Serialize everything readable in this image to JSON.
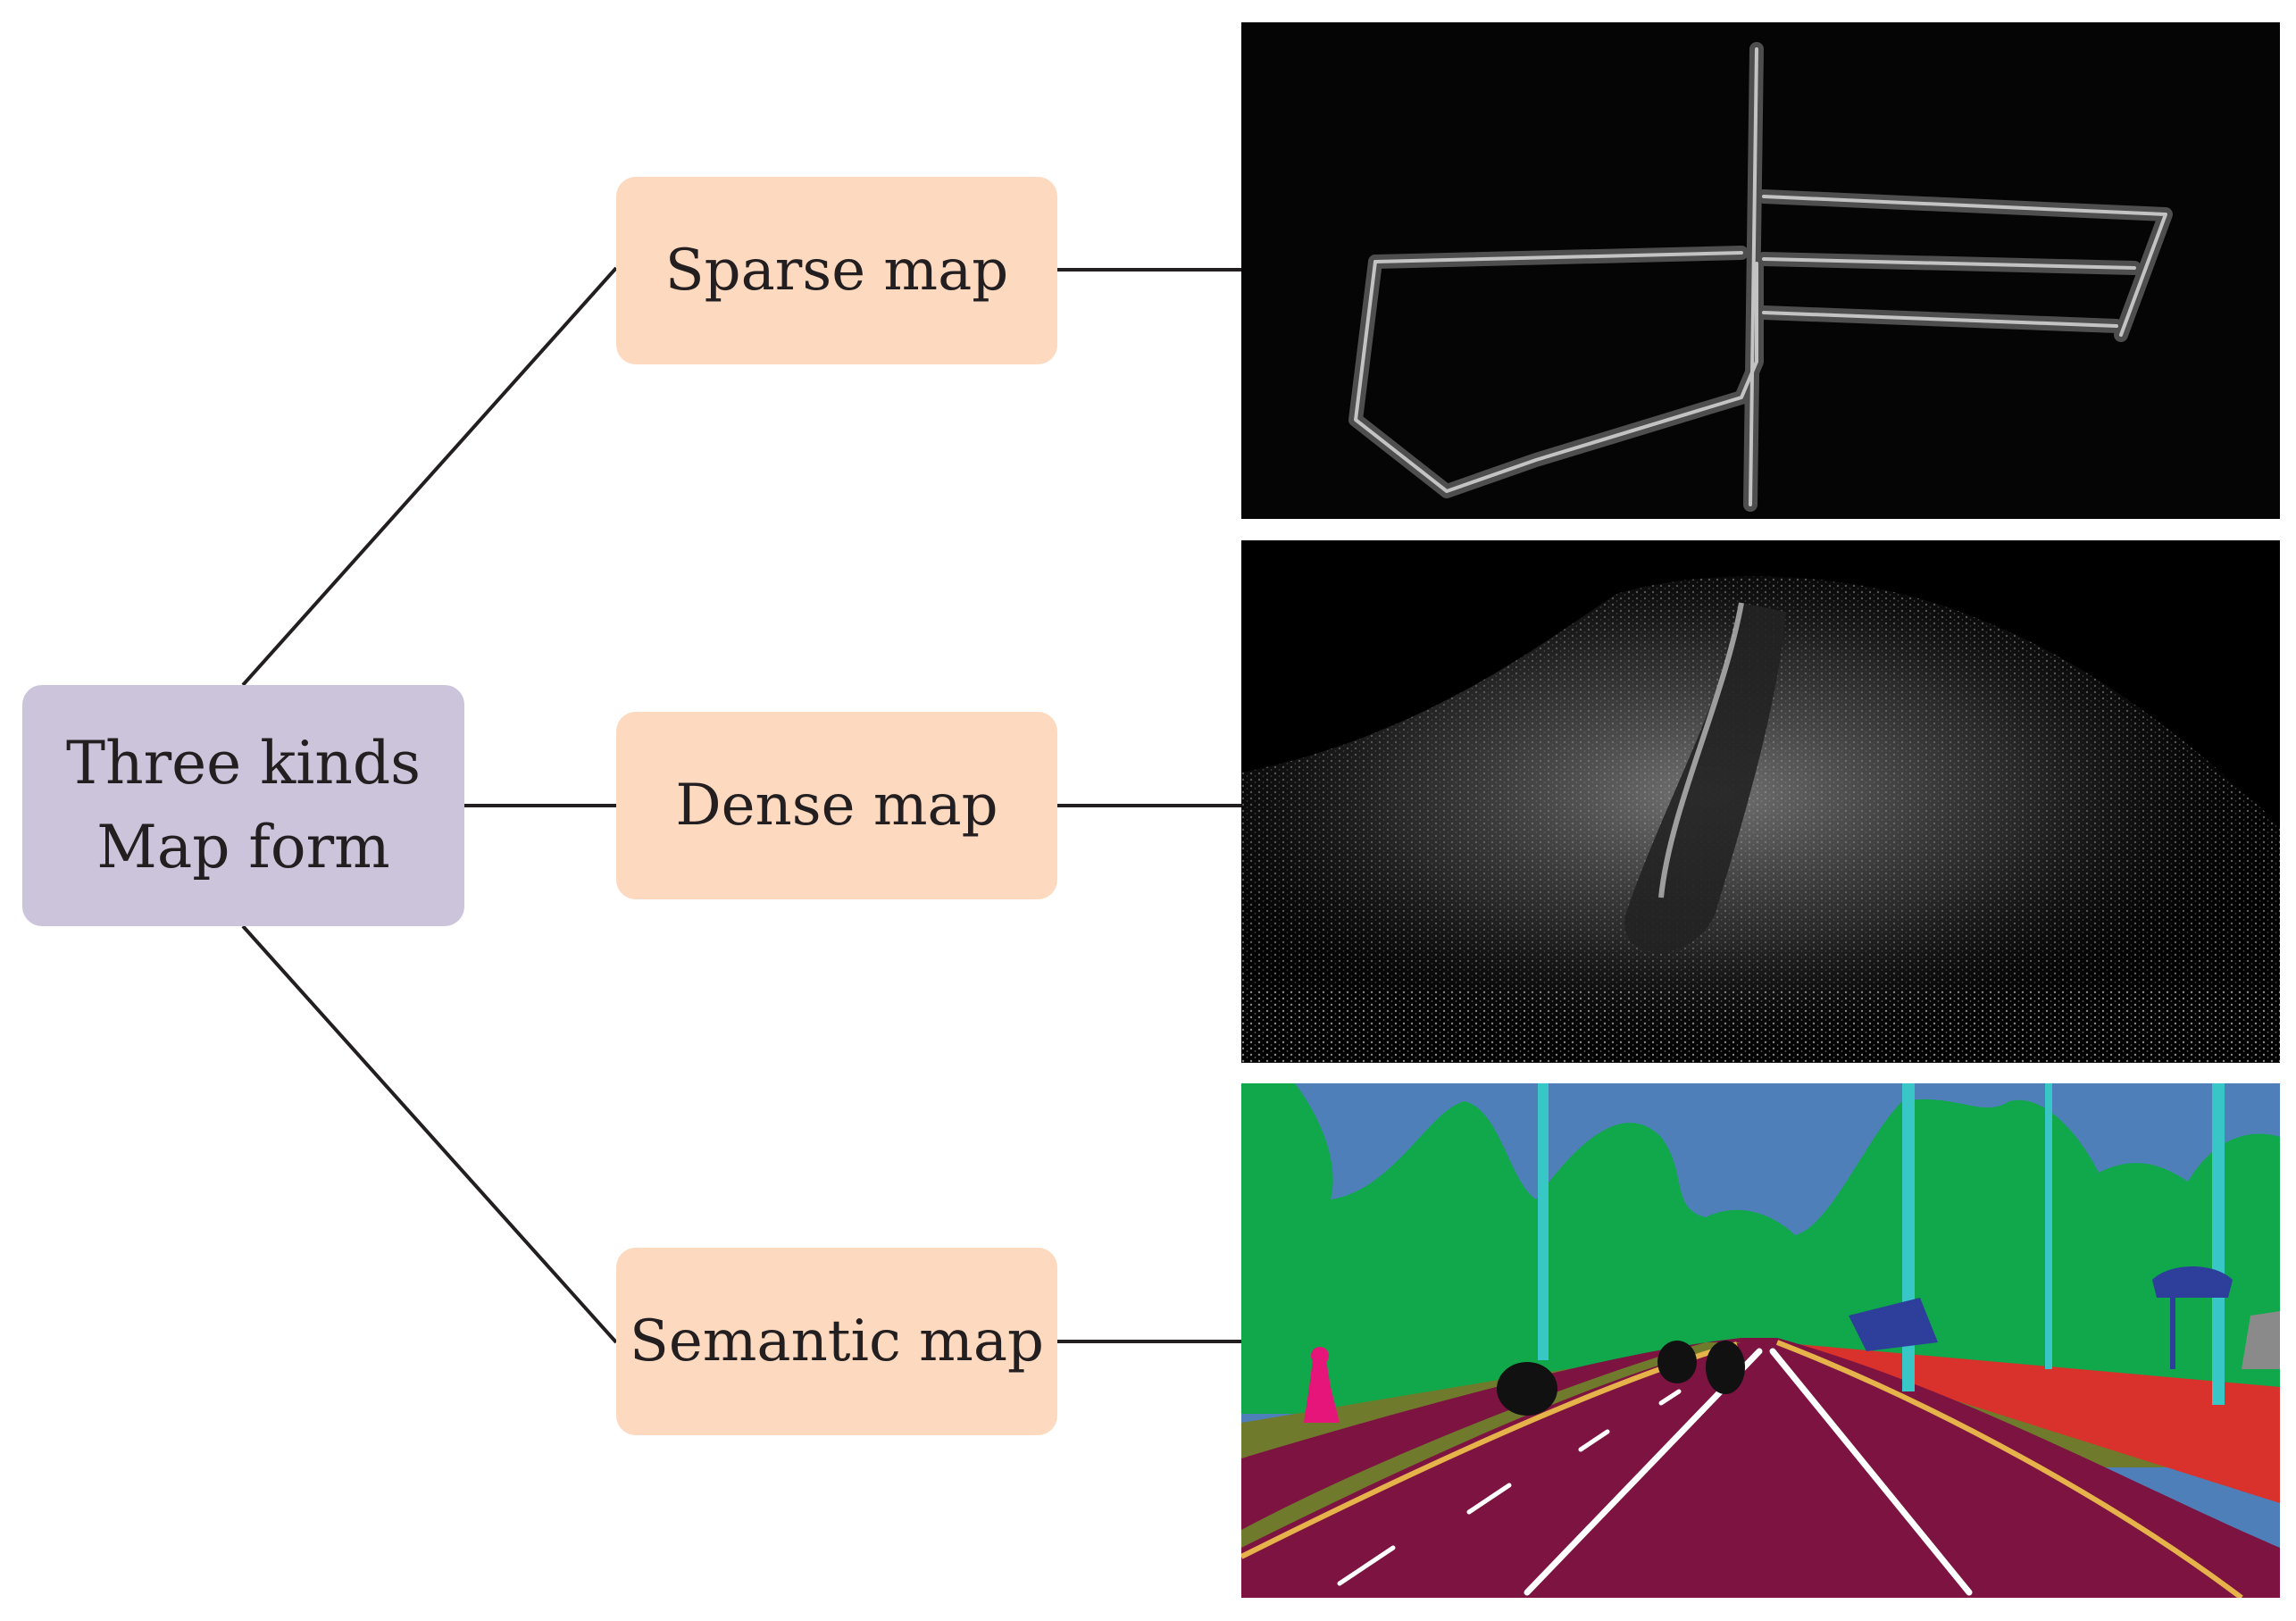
{
  "root": {
    "line1": "Three kinds",
    "line2": "Map form"
  },
  "branches": [
    {
      "id": "sparse",
      "label": "Sparse map"
    },
    {
      "id": "dense",
      "label": "Dense map"
    },
    {
      "id": "semantic",
      "label": "Semantic map"
    }
  ],
  "colors": {
    "root_fill": "#ccc4da",
    "leaf_fill": "#fdd9bf",
    "connector": "#231f20",
    "panel_dark": "#050505",
    "sky": "#4f7fb9",
    "vegetation": "#10a84a",
    "road": "#7c1341",
    "sidewalk_red": "#d9312b",
    "terrain": "#6f7a2c",
    "pole": "#38c6c6",
    "vehicle": "#111111",
    "pedestrian": "#e5157a",
    "sign": "#2d3f9a",
    "lane_marking": "#ffffff"
  }
}
